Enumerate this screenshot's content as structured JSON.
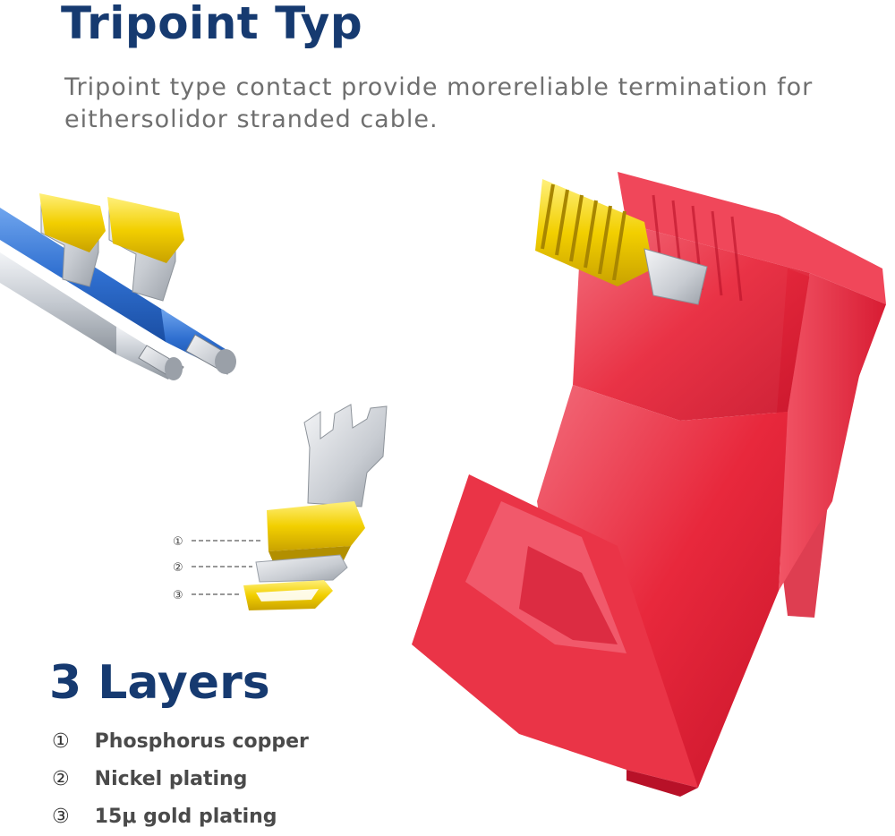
{
  "header": {
    "title": "Tripoint Typ",
    "subtitle": "Tripoint type contact provide morereliable termination for eithersolidor stranded cable."
  },
  "callouts": [
    "①",
    "②",
    "③"
  ],
  "layers": {
    "title": "3 Layers",
    "items": [
      {
        "num": "①",
        "label": "Phosphorus copper"
      },
      {
        "num": "②",
        "label": "Nickel plating"
      },
      {
        "num": "③",
        "label": "15μ gold plating"
      }
    ]
  },
  "colors": {
    "heading": "#163a70",
    "body_text": "#6f6f6f",
    "connector_red": "#e8283c",
    "gold": "#f2cf00",
    "cable_blue": "#2f6fd0"
  }
}
